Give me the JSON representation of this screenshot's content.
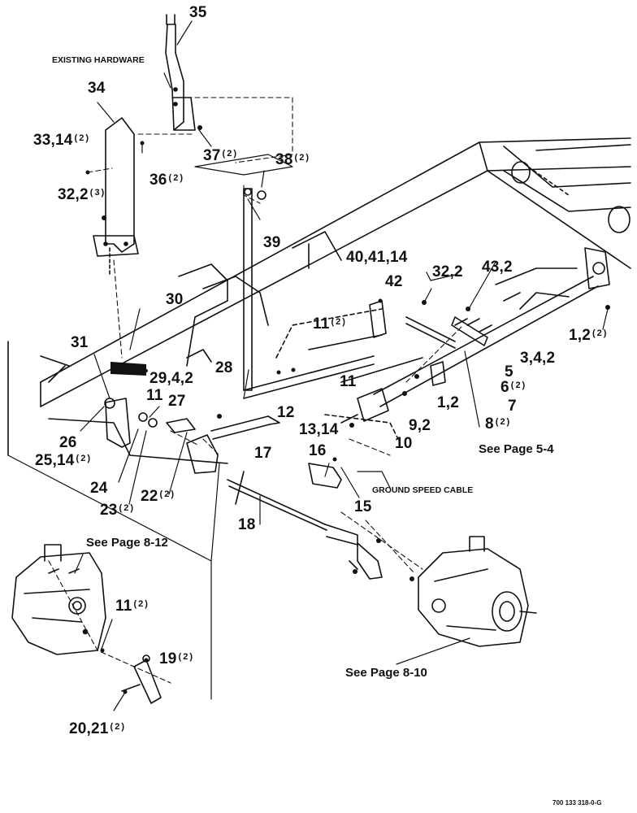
{
  "figure": {
    "drawing_number": "700 133 318-0-G",
    "notes": {
      "existing_hardware": "EXISTING HARDWARE",
      "ground_speed_cable": "GROUND SPEED CABLE",
      "see_page_8_12": "See Page 8-12",
      "see_page_8_10": "See Page 8-10",
      "see_page_5_4": "See Page 5-4"
    },
    "callouts": [
      {
        "id": "c35",
        "num": "35",
        "qty": ""
      },
      {
        "id": "c34",
        "num": "34",
        "qty": ""
      },
      {
        "id": "c33",
        "num": "33,14",
        "qty": "(2)"
      },
      {
        "id": "c36",
        "num": "36",
        "qty": "(2)"
      },
      {
        "id": "c32a",
        "num": "32,2",
        "qty": "(3)"
      },
      {
        "id": "c37",
        "num": "37",
        "qty": "(2)"
      },
      {
        "id": "c38",
        "num": "38",
        "qty": "(2)"
      },
      {
        "id": "c39",
        "num": "39",
        "qty": ""
      },
      {
        "id": "c40",
        "num": "40,41,14",
        "qty": ""
      },
      {
        "id": "c32b",
        "num": "32,2",
        "qty": ""
      },
      {
        "id": "c43",
        "num": "43,2",
        "qty": ""
      },
      {
        "id": "c42",
        "num": "42",
        "qty": ""
      },
      {
        "id": "c1a",
        "num": "1,2",
        "qty": "(2)"
      },
      {
        "id": "c30",
        "num": "30",
        "qty": ""
      },
      {
        "id": "c11a",
        "num": "11",
        "qty": "(2)"
      },
      {
        "id": "c3",
        "num": "3,4,2",
        "qty": ""
      },
      {
        "id": "c5",
        "num": "5",
        "qty": ""
      },
      {
        "id": "c6",
        "num": "6",
        "qty": "(2)"
      },
      {
        "id": "c31",
        "num": "31",
        "qty": ""
      },
      {
        "id": "c28",
        "num": "28",
        "qty": ""
      },
      {
        "id": "c29",
        "num": "29,4,2",
        "qty": ""
      },
      {
        "id": "c11b",
        "num": "11",
        "qty": ""
      },
      {
        "id": "c27",
        "num": "27",
        "qty": ""
      },
      {
        "id": "c11c",
        "num": "11",
        "qty": ""
      },
      {
        "id": "c12",
        "num": "12",
        "qty": ""
      },
      {
        "id": "c1b",
        "num": "1,2",
        "qty": ""
      },
      {
        "id": "c7",
        "num": "7",
        "qty": ""
      },
      {
        "id": "c9",
        "num": "9,2",
        "qty": ""
      },
      {
        "id": "c8",
        "num": "8",
        "qty": "(2)"
      },
      {
        "id": "c26",
        "num": "26",
        "qty": ""
      },
      {
        "id": "c10",
        "num": "10",
        "qty": ""
      },
      {
        "id": "c13",
        "num": "13,14",
        "qty": ""
      },
      {
        "id": "c25",
        "num": "25,14",
        "qty": "(2)"
      },
      {
        "id": "c17",
        "num": "17",
        "qty": ""
      },
      {
        "id": "c16",
        "num": "16",
        "qty": ""
      },
      {
        "id": "c24",
        "num": "24",
        "qty": ""
      },
      {
        "id": "c22",
        "num": "22",
        "qty": "(2)"
      },
      {
        "id": "c23",
        "num": "23",
        "qty": "(2)"
      },
      {
        "id": "c15",
        "num": "15",
        "qty": ""
      },
      {
        "id": "c18",
        "num": "18",
        "qty": ""
      },
      {
        "id": "c11d",
        "num": "11",
        "qty": "(2)"
      },
      {
        "id": "c19",
        "num": "19",
        "qty": "(2)"
      },
      {
        "id": "c20",
        "num": "20,21",
        "qty": "(2)"
      }
    ]
  }
}
